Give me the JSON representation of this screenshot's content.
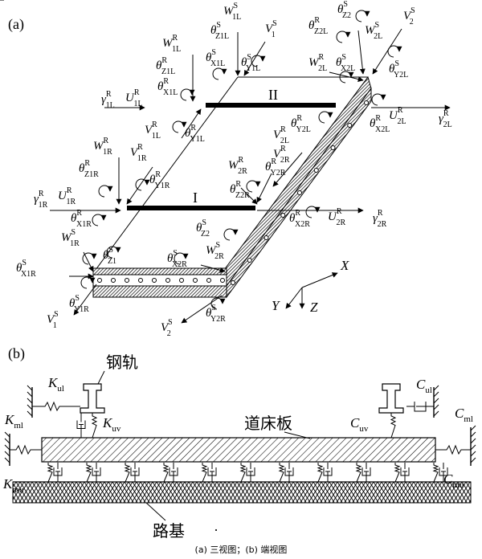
{
  "panels": {
    "a": "(a)",
    "b": "(b)"
  },
  "beams": {
    "I": "I",
    "II": "II"
  },
  "labels_a": [
    {
      "id": "W-1L-S",
      "base": "W",
      "sup": "S",
      "sub": "1L"
    },
    {
      "id": "theta-Z1L-S",
      "base": "θ",
      "sup": "S",
      "sub": "Z1L"
    },
    {
      "id": "V-1-S",
      "base": "V",
      "sup": "S",
      "sub": "1"
    },
    {
      "id": "W-1L-R",
      "base": "W",
      "sup": "R",
      "sub": "1L"
    },
    {
      "id": "theta-X1L-S",
      "base": "θ",
      "sup": "S",
      "sub": "X1L"
    },
    {
      "id": "theta-Y1L-S",
      "base": "θ",
      "sup": "S",
      "sub": "Y1L"
    },
    {
      "id": "theta-Z1L-R",
      "base": "θ",
      "sup": "R",
      "sub": "Z1L"
    },
    {
      "id": "theta-X1L-R",
      "base": "θ",
      "sup": "R",
      "sub": "X1L"
    },
    {
      "id": "gamma-1L-R",
      "base": "γ",
      "sup": "R",
      "sub": "1L"
    },
    {
      "id": "U-1L-R",
      "base": "U",
      "sup": "R",
      "sub": "1L"
    },
    {
      "id": "V-1L-R",
      "base": "V",
      "sup": "R",
      "sub": "1L"
    },
    {
      "id": "theta-Y1L-R",
      "base": "θ",
      "sup": "R",
      "sub": "Y1L"
    },
    {
      "id": "theta-Z2-S",
      "base": "θ",
      "sup": "S",
      "sub": "Z2"
    },
    {
      "id": "theta-Z2L-R",
      "base": "θ",
      "sup": "R",
      "sub": "Z2L"
    },
    {
      "id": "W-2L-S",
      "base": "W",
      "sup": "S",
      "sub": "2L"
    },
    {
      "id": "V-2-S",
      "base": "V",
      "sup": "S",
      "sub": "2"
    },
    {
      "id": "W-2L-R",
      "base": "W",
      "sup": "R",
      "sub": "2L"
    },
    {
      "id": "theta-X2L-S",
      "base": "θ",
      "sup": "S",
      "sub": "X2L"
    },
    {
      "id": "theta-Y2L-S",
      "base": "θ",
      "sup": "S",
      "sub": "Y2L"
    },
    {
      "id": "U-2L-R",
      "base": "U",
      "sup": "R",
      "sub": "2L"
    },
    {
      "id": "gamma-2L-R",
      "base": "γ",
      "sup": "R",
      "sub": "2L"
    },
    {
      "id": "theta-X2L-R",
      "base": "θ",
      "sup": "R",
      "sub": "X2L"
    },
    {
      "id": "theta-Y2L-R",
      "base": "θ",
      "sup": "R",
      "sub": "Y2L"
    },
    {
      "id": "V-2L-R",
      "base": "V",
      "sup": "R",
      "sub": "2L"
    },
    {
      "id": "V-2R-R",
      "base": "V",
      "sup": "R",
      "sub": "2R"
    },
    {
      "id": "W-2R-R",
      "base": "W",
      "sup": "R",
      "sub": "2R"
    },
    {
      "id": "theta-Y2R-R",
      "base": "θ",
      "sup": "R",
      "sub": "Y2R"
    },
    {
      "id": "theta-Z2R-R",
      "base": "θ",
      "sup": "R",
      "sub": "Z2R"
    },
    {
      "id": "W-1R-R",
      "base": "W",
      "sup": "R",
      "sub": "1R"
    },
    {
      "id": "V-1R-R",
      "base": "V",
      "sup": "R",
      "sub": "1R"
    },
    {
      "id": "theta-Z1R-R",
      "base": "θ",
      "sup": "R",
      "sub": "Z1R"
    },
    {
      "id": "theta-Y1R-R",
      "base": "θ",
      "sup": "R",
      "sub": "Y1R"
    },
    {
      "id": "gamma-1R-R",
      "base": "γ",
      "sup": "R",
      "sub": "1R"
    },
    {
      "id": "U-1R-R",
      "base": "U",
      "sup": "R",
      "sub": "1R"
    },
    {
      "id": "theta-X1R-R",
      "base": "θ",
      "sup": "R",
      "sub": "X1R"
    },
    {
      "id": "theta-X2R-R",
      "base": "θ",
      "sup": "R",
      "sub": "X2R"
    },
    {
      "id": "U-2R-R",
      "base": "U",
      "sup": "R",
      "sub": "2R"
    },
    {
      "id": "gamma-2R-R",
      "base": "γ",
      "sup": "R",
      "sub": "2R"
    },
    {
      "id": "W-1R-S",
      "base": "W",
      "sup": "S",
      "sub": "1R"
    },
    {
      "id": "theta-Z1-S",
      "base": "θ",
      "sup": "S",
      "sub": "Z1"
    },
    {
      "id": "theta-Z2-S-lower",
      "base": "θ",
      "sup": "S",
      "sub": "Z2"
    },
    {
      "id": "W-2R-S",
      "base": "W",
      "sup": "S",
      "sub": "2R"
    },
    {
      "id": "theta-X2R-S",
      "base": "θ",
      "sup": "S",
      "sub": "X2R"
    },
    {
      "id": "theta-X1R-S",
      "base": "θ",
      "sup": "S",
      "sub": "X1R"
    },
    {
      "id": "theta-Y1R-S",
      "base": "θ",
      "sup": "S",
      "sub": "Y1R"
    },
    {
      "id": "V-1-S-lower",
      "base": "V",
      "sup": "S",
      "sub": "1"
    },
    {
      "id": "V-2-S-lower",
      "base": "V",
      "sup": "S",
      "sub": "2"
    },
    {
      "id": "theta-Y2R-S",
      "base": "θ",
      "sup": "S",
      "sub": "Y2R"
    }
  ],
  "axes": {
    "x": "X",
    "y": "Y",
    "z": "Z"
  },
  "labels_b": {
    "rail": "钢轨",
    "slab": "道床板",
    "subgrade": "路基",
    "subgrade_dot": "·",
    "K_ul": {
      "base": "K",
      "sub": "ul"
    },
    "K_uv": {
      "base": "K",
      "sub": "uv"
    },
    "K_ml": {
      "base": "K",
      "sub": "ml"
    },
    "K_mu": {
      "base": "K",
      "sub": "mu"
    },
    "C_ul": {
      "base": "C",
      "sub": "ul"
    },
    "C_uv": {
      "base": "C",
      "sub": "uv"
    },
    "C_ml": {
      "base": "C",
      "sub": "ml"
    },
    "C_mu": {
      "base": "C",
      "sub": "mu"
    }
  },
  "caption": "(a) 三视图；(b) 端视图"
}
